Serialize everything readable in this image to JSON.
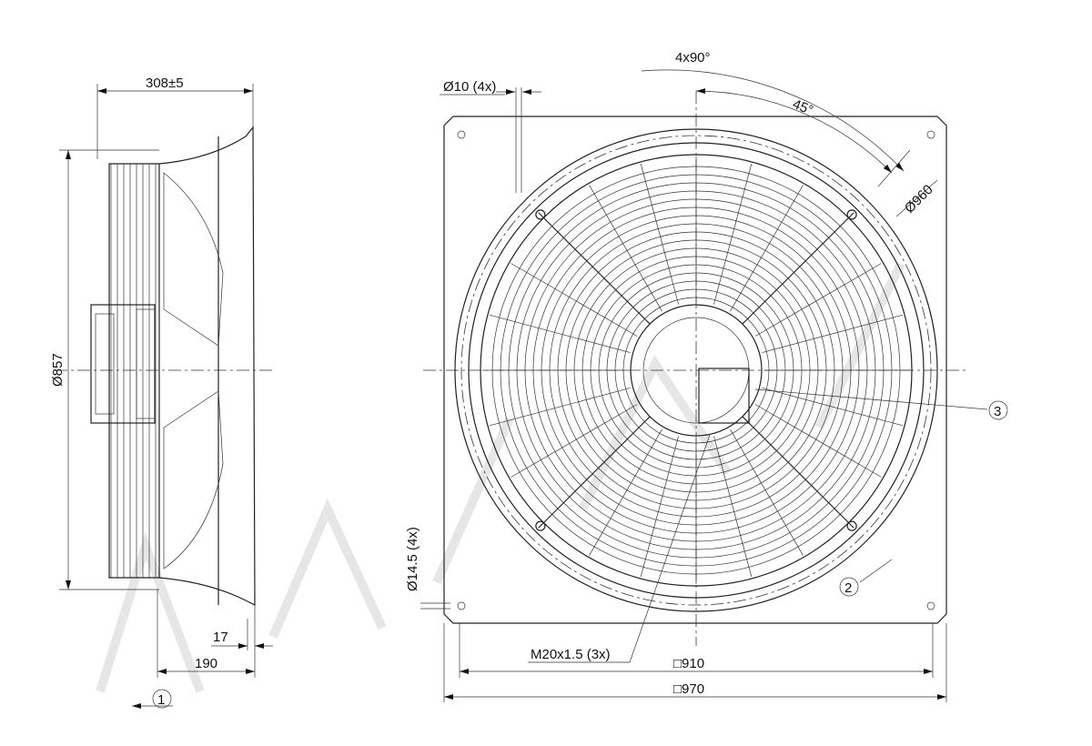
{
  "drawing": {
    "side_view": {
      "depth_label": "308±5",
      "diameter_label": "Ø857",
      "flange_label": "17",
      "offset_label": "190",
      "callout_1": "1"
    },
    "front_view": {
      "angle_pattern_label": "4x90°",
      "angle_label": "45°",
      "hole_label": "Ø10 (4x)",
      "bolt_circle_label": "Ø960",
      "slot_label": "Ø14.5 (4x)",
      "cable_gland_label": "M20x1.5 (3x)",
      "inner_square_label": "□910",
      "outer_square_label": "□970",
      "callout_2": "2",
      "callout_3": "3"
    }
  }
}
